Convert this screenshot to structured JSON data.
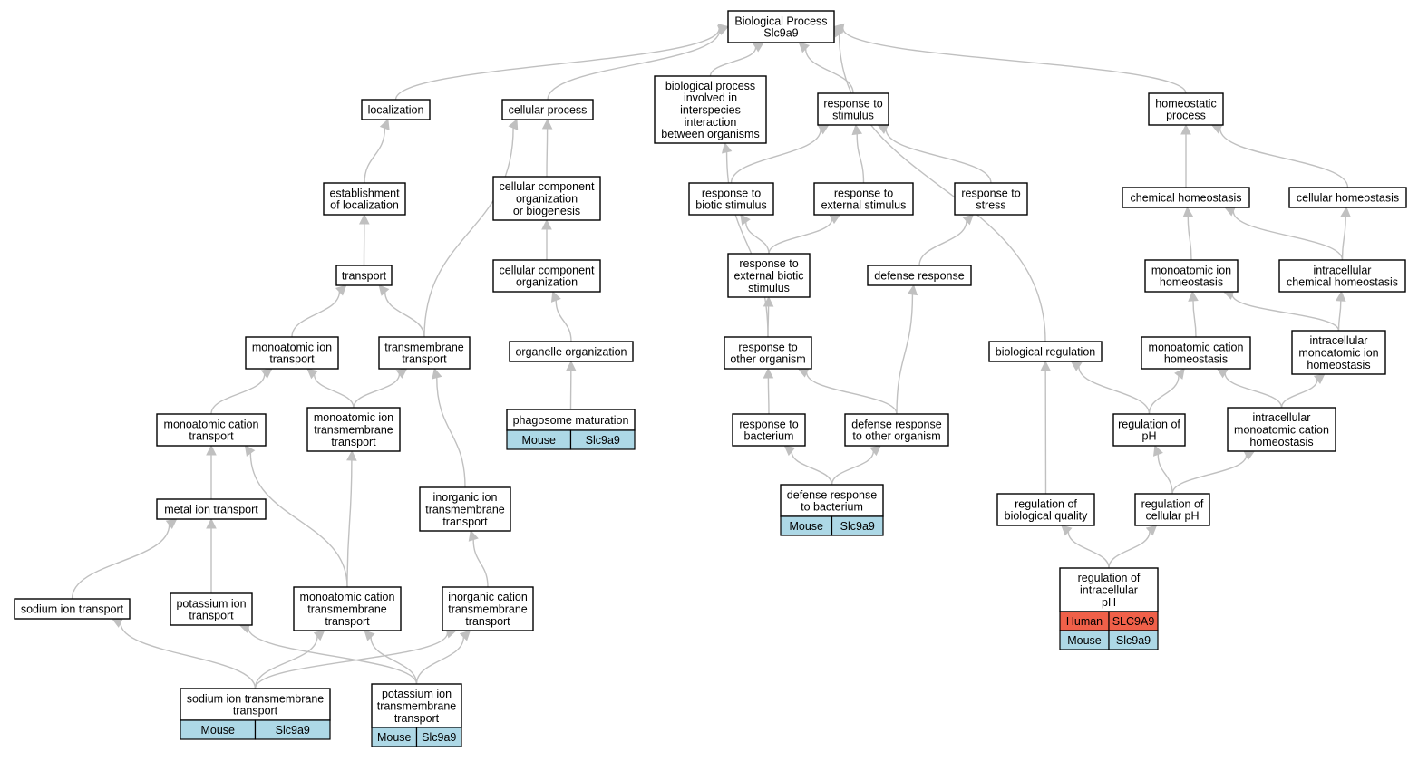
{
  "colors": {
    "edge": "#c0c0c0",
    "mouse": "#add8e6",
    "human": "#f06049"
  },
  "nodes": {
    "root": [
      "Biological Process",
      "Slc9a9"
    ],
    "localization": [
      "localization"
    ],
    "cellular_process": [
      "cellular process"
    ],
    "bp_interspecies": [
      "biological process",
      "involved in",
      "interspecies",
      "interaction",
      "between organisms"
    ],
    "response_stimulus": [
      "response to",
      "stimulus"
    ],
    "homeostatic_process": [
      "homeostatic",
      "process"
    ],
    "establishment_localization": [
      "establishment",
      "of localization"
    ],
    "ccob": [
      "cellular component",
      "organization",
      "or biogenesis"
    ],
    "response_biotic": [
      "response to",
      "biotic stimulus"
    ],
    "response_external": [
      "response to",
      "external stimulus"
    ],
    "response_stress": [
      "response to",
      "stress"
    ],
    "chemical_homeostasis": [
      "chemical homeostasis"
    ],
    "cellular_homeostasis": [
      "cellular homeostasis"
    ],
    "transport": [
      "transport"
    ],
    "cco": [
      "cellular component",
      "organization"
    ],
    "response_ext_biotic": [
      "response to",
      "external biotic",
      "stimulus"
    ],
    "defense_response": [
      "defense response"
    ],
    "monoatomic_ion_homeostasis": [
      "monoatomic ion",
      "homeostasis"
    ],
    "intracellular_chem_homeostasis": [
      "intracellular",
      "chemical homeostasis"
    ],
    "monoatomic_ion_transport": [
      "monoatomic ion",
      "transport"
    ],
    "transmembrane_transport": [
      "transmembrane",
      "transport"
    ],
    "organelle_organization": [
      "organelle organization"
    ],
    "response_other_organism": [
      "response to",
      "other organism"
    ],
    "biological_regulation": [
      "biological regulation"
    ],
    "monoatomic_cation_homeostasis": [
      "monoatomic cation",
      "homeostasis"
    ],
    "intracellular_mono_ion_homeostasis": [
      "intracellular",
      "monoatomic ion",
      "homeostasis"
    ],
    "monoatomic_cation_transport": [
      "monoatomic cation",
      "transport"
    ],
    "monoatomic_ion_tm_transport": [
      "monoatomic ion",
      "transmembrane",
      "transport"
    ],
    "phagosome_maturation": [
      "phagosome maturation"
    ],
    "response_bacterium": [
      "response to",
      "bacterium"
    ],
    "defense_other_organism": [
      "defense response",
      "to other organism"
    ],
    "regulation_ph": [
      "regulation of",
      "pH"
    ],
    "intracellular_mono_cation_homeostasis": [
      "intracellular",
      "monoatomic cation",
      "homeostasis"
    ],
    "metal_ion_transport": [
      "metal ion transport"
    ],
    "inorganic_ion_tm_transport": [
      "inorganic ion",
      "transmembrane",
      "transport"
    ],
    "defense_bacterium": [
      "defense response",
      "to bacterium"
    ],
    "regulation_bio_quality": [
      "regulation of",
      "biological quality"
    ],
    "regulation_cellular_ph": [
      "regulation of",
      "cellular pH"
    ],
    "sodium_ion_transport": [
      "sodium ion transport"
    ],
    "potassium_ion_transport": [
      "potassium ion",
      "transport"
    ],
    "mono_cation_tm_transport": [
      "monoatomic cation",
      "transmembrane",
      "transport"
    ],
    "inorganic_cation_tm_transport": [
      "inorganic cation",
      "transmembrane",
      "transport"
    ],
    "regulation_intracellular_ph": [
      "regulation of",
      "intracellular",
      "pH"
    ],
    "sodium_ion_tm_transport": [
      "sodium ion transmembrane",
      "transport"
    ],
    "potassium_ion_tm_transport": [
      "potassium ion",
      "transmembrane",
      "transport"
    ]
  },
  "annotations": {
    "phagosome_maturation": [
      [
        "Mouse",
        "Slc9a9"
      ]
    ],
    "defense_bacterium": [
      [
        "Mouse",
        "Slc9a9"
      ]
    ],
    "regulation_intracellular_ph": [
      [
        "Human",
        "SLC9A9"
      ],
      [
        "Mouse",
        "Slc9a9"
      ]
    ],
    "sodium_ion_tm_transport": [
      [
        "Mouse",
        "Slc9a9"
      ]
    ],
    "potassium_ion_tm_transport": [
      [
        "Mouse",
        "Slc9a9"
      ]
    ]
  },
  "edges": [
    [
      "localization",
      "root"
    ],
    [
      "cellular_process",
      "root"
    ],
    [
      "bp_interspecies",
      "root"
    ],
    [
      "response_stimulus",
      "root"
    ],
    [
      "homeostatic_process",
      "root"
    ],
    [
      "biological_regulation",
      "root"
    ],
    [
      "establishment_localization",
      "localization"
    ],
    [
      "transport",
      "establishment_localization"
    ],
    [
      "monoatomic_ion_transport",
      "transport"
    ],
    [
      "transmembrane_transport",
      "transport"
    ],
    [
      "transmembrane_transport",
      "cellular_process"
    ],
    [
      "ccob",
      "cellular_process"
    ],
    [
      "cco",
      "ccob"
    ],
    [
      "organelle_organization",
      "cco"
    ],
    [
      "phagosome_maturation",
      "organelle_organization"
    ],
    [
      "response_biotic",
      "response_stimulus"
    ],
    [
      "response_external",
      "response_stimulus"
    ],
    [
      "response_stress",
      "response_stimulus"
    ],
    [
      "response_ext_biotic",
      "response_biotic"
    ],
    [
      "response_ext_biotic",
      "response_external"
    ],
    [
      "defense_response",
      "response_stress"
    ],
    [
      "response_other_organism",
      "response_ext_biotic"
    ],
    [
      "response_other_organism",
      "bp_interspecies"
    ],
    [
      "response_bacterium",
      "response_other_organism"
    ],
    [
      "defense_other_organism",
      "response_other_organism"
    ],
    [
      "defense_other_organism",
      "defense_response"
    ],
    [
      "defense_bacterium",
      "response_bacterium"
    ],
    [
      "defense_bacterium",
      "defense_other_organism"
    ],
    [
      "chemical_homeostasis",
      "homeostatic_process"
    ],
    [
      "cellular_homeostasis",
      "homeostatic_process"
    ],
    [
      "monoatomic_ion_homeostasis",
      "chemical_homeostasis"
    ],
    [
      "intracellular_chem_homeostasis",
      "chemical_homeostasis"
    ],
    [
      "intracellular_chem_homeostasis",
      "cellular_homeostasis"
    ],
    [
      "monoatomic_cation_homeostasis",
      "monoatomic_ion_homeostasis"
    ],
    [
      "intracellular_mono_ion_homeostasis",
      "monoatomic_ion_homeostasis"
    ],
    [
      "intracellular_mono_ion_homeostasis",
      "intracellular_chem_homeostasis"
    ],
    [
      "intracellular_mono_cation_homeostasis",
      "monoatomic_cation_homeostasis"
    ],
    [
      "intracellular_mono_cation_homeostasis",
      "intracellular_mono_ion_homeostasis"
    ],
    [
      "regulation_ph",
      "monoatomic_cation_homeostasis"
    ],
    [
      "regulation_ph",
      "biological_regulation"
    ],
    [
      "regulation_bio_quality",
      "biological_regulation"
    ],
    [
      "regulation_cellular_ph",
      "regulation_ph"
    ],
    [
      "regulation_cellular_ph",
      "intracellular_mono_cation_homeostasis"
    ],
    [
      "regulation_intracellular_ph",
      "regulation_bio_quality"
    ],
    [
      "regulation_intracellular_ph",
      "regulation_cellular_ph"
    ],
    [
      "monoatomic_cation_transport",
      "monoatomic_ion_transport"
    ],
    [
      "monoatomic_ion_tm_transport",
      "monoatomic_ion_transport"
    ],
    [
      "monoatomic_ion_tm_transport",
      "transmembrane_transport"
    ],
    [
      "inorganic_ion_tm_transport",
      "transmembrane_transport"
    ],
    [
      "metal_ion_transport",
      "monoatomic_cation_transport"
    ],
    [
      "sodium_ion_transport",
      "metal_ion_transport"
    ],
    [
      "potassium_ion_transport",
      "metal_ion_transport"
    ],
    [
      "mono_cation_tm_transport",
      "monoatomic_cation_transport"
    ],
    [
      "mono_cation_tm_transport",
      "monoatomic_ion_tm_transport"
    ],
    [
      "inorganic_cation_tm_transport",
      "inorganic_ion_tm_transport"
    ],
    [
      "sodium_ion_tm_transport",
      "sodium_ion_transport"
    ],
    [
      "sodium_ion_tm_transport",
      "mono_cation_tm_transport"
    ],
    [
      "sodium_ion_tm_transport",
      "inorganic_cation_tm_transport"
    ],
    [
      "potassium_ion_tm_transport",
      "potassium_ion_transport"
    ],
    [
      "potassium_ion_tm_transport",
      "mono_cation_tm_transport"
    ],
    [
      "potassium_ion_tm_transport",
      "inorganic_cation_tm_transport"
    ]
  ]
}
